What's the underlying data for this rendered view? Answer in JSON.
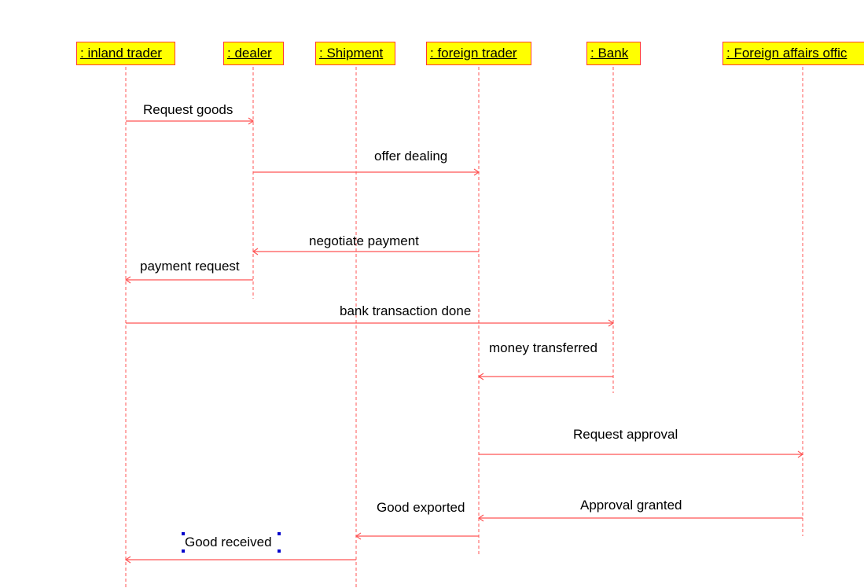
{
  "lifelines": [
    {
      "id": "inland",
      "label": " : inland trader"
    },
    {
      "id": "dealer",
      "label": " : dealer"
    },
    {
      "id": "shipment",
      "label": " : Shipment"
    },
    {
      "id": "foreign",
      "label": " : foreign trader"
    },
    {
      "id": "bank",
      "label": " : Bank"
    },
    {
      "id": "fao",
      "label": " : Foreign affairs offic"
    }
  ],
  "messages": [
    {
      "label": "Request goods",
      "from": "inland",
      "to": "dealer"
    },
    {
      "label": "offer dealing",
      "from": "dealer",
      "to": "foreign"
    },
    {
      "label": "negotiate payment",
      "from": "foreign",
      "to": "dealer"
    },
    {
      "label": "payment request",
      "from": "dealer",
      "to": "inland"
    },
    {
      "label": "bank transaction done",
      "from": "inland",
      "to": "bank"
    },
    {
      "label": "money transferred",
      "from": "bank",
      "to": "foreign"
    },
    {
      "label": "Request approval",
      "from": "foreign",
      "to": "fao"
    },
    {
      "label": "Approval granted",
      "from": "fao",
      "to": "foreign"
    },
    {
      "label": "Good exported",
      "from": "foreign",
      "to": "shipment"
    },
    {
      "label": "Good received",
      "from": "shipment",
      "to": "inland"
    }
  ],
  "colors": {
    "line": "#ff5555",
    "box_fill": "#ffff00",
    "box_border": "#ff3b30",
    "selection": "#0000cc"
  }
}
